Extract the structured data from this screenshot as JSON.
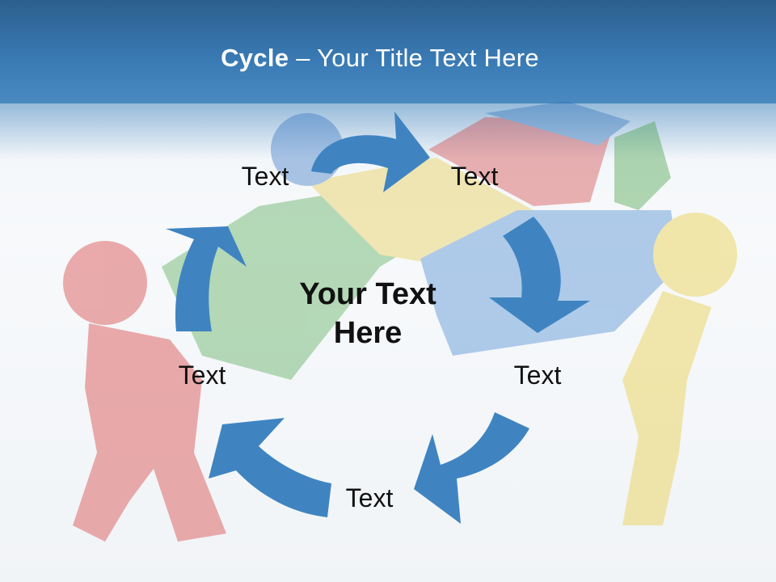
{
  "title": {
    "bold": "Cycle",
    "rest": " – Your Title Text Here"
  },
  "center_text": {
    "line1": "Your Text",
    "line2": "Here"
  },
  "steps": [
    {
      "label": "Text"
    },
    {
      "label": "Text"
    },
    {
      "label": "Text"
    },
    {
      "label": "Text"
    },
    {
      "label": "Text"
    }
  ],
  "colors": {
    "header": "#3a7bb5",
    "arrow": "#3f84c1"
  },
  "icons": [
    "puzzle-background-art",
    "cycle-arrow-icon"
  ]
}
